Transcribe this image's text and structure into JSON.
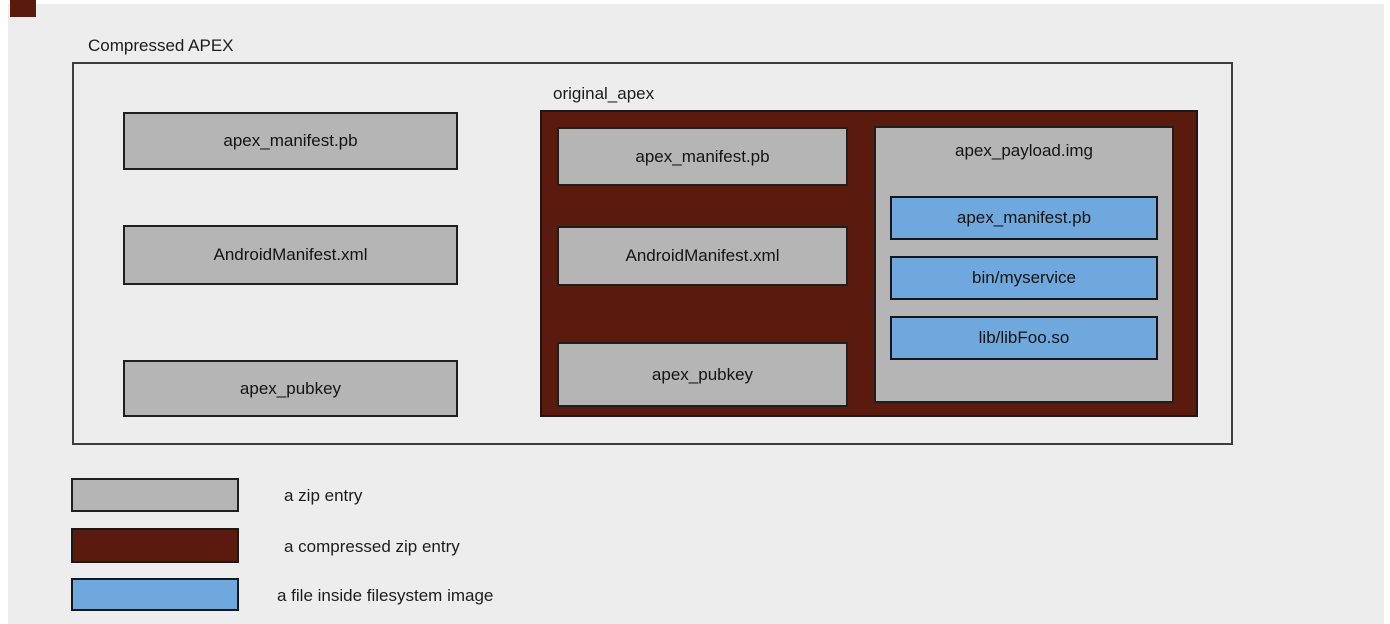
{
  "diagram": {
    "title": "Compressed APEX",
    "zip_entries": [
      "apex_manifest.pb",
      "AndroidManifest.xml",
      "apex_pubkey"
    ],
    "original_apex": {
      "label": "original_apex",
      "zip_entries": [
        "apex_manifest.pb",
        "AndroidManifest.xml",
        "apex_pubkey"
      ],
      "payload": {
        "label": "apex_payload.img",
        "files": [
          "apex_manifest.pb",
          "bin/myservice",
          "lib/libFoo.so"
        ]
      }
    }
  },
  "legend": {
    "items": [
      {
        "label": "a zip entry",
        "color": "#b5b5b5"
      },
      {
        "label": "a compressed zip entry",
        "color": "#5b1a0e"
      },
      {
        "label": "a file inside filesystem image",
        "color": "#6fa8dc"
      }
    ]
  },
  "colors": {
    "background": "#ededed",
    "zip_entry": "#b5b5b5",
    "compressed_zip_entry": "#5a1a0d",
    "filesystem_file": "#6fa8dc",
    "box_border": "#1f1f1f"
  }
}
